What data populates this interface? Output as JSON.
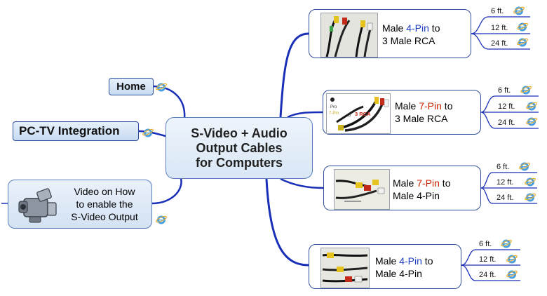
{
  "central": {
    "text": "S-Video + Audio\nOutput Cables\nfor Computers"
  },
  "left_topics": {
    "home": {
      "label": "Home",
      "icon": "ie-link-icon"
    },
    "pctv": {
      "label": "PC-TV Integration",
      "icon": "ie-link-icon"
    },
    "video": {
      "label": "Video on How\nto enable the\nS-Video Output",
      "icon": "camcorder-icon",
      "link_icon": "ie-link-icon"
    }
  },
  "cables": [
    {
      "prefix": "Male ",
      "pin": "4-Pin",
      "pin_color": "#1f3fbf",
      "suffix": " to",
      "line2": "3 Male RCA",
      "lengths": [
        "6 ft.",
        "12 ft.",
        "24 ft."
      ]
    },
    {
      "prefix": "Male ",
      "pin": "7-Pin",
      "pin_color": "#cc2200",
      "suffix": " to",
      "line2": "3 Male RCA",
      "photo_text": "3 RCA",
      "photo_small": [
        "Pro",
        "7-Pin",
        "to"
      ],
      "lengths": [
        "6 ft.",
        "12 ft.",
        "24 ft."
      ]
    },
    {
      "prefix": "Male ",
      "pin": "7-Pin",
      "pin_color": "#cc2200",
      "suffix": " to",
      "line2": "Male 4-Pin",
      "lengths": [
        "6 ft.",
        "12 ft.",
        "24 ft."
      ]
    },
    {
      "prefix": "Male ",
      "pin": "4-Pin",
      "pin_color": "#1f3fbf",
      "suffix": " to",
      "line2": "Male 4-Pin",
      "lengths": [
        "6 ft.",
        "12 ft.",
        "24 ft."
      ]
    }
  ],
  "colors": {
    "branch": "#1a2fb8",
    "node_border": "#2e4e9a",
    "pin_blue": "#1f3fbf",
    "pin_red": "#cc2200"
  }
}
